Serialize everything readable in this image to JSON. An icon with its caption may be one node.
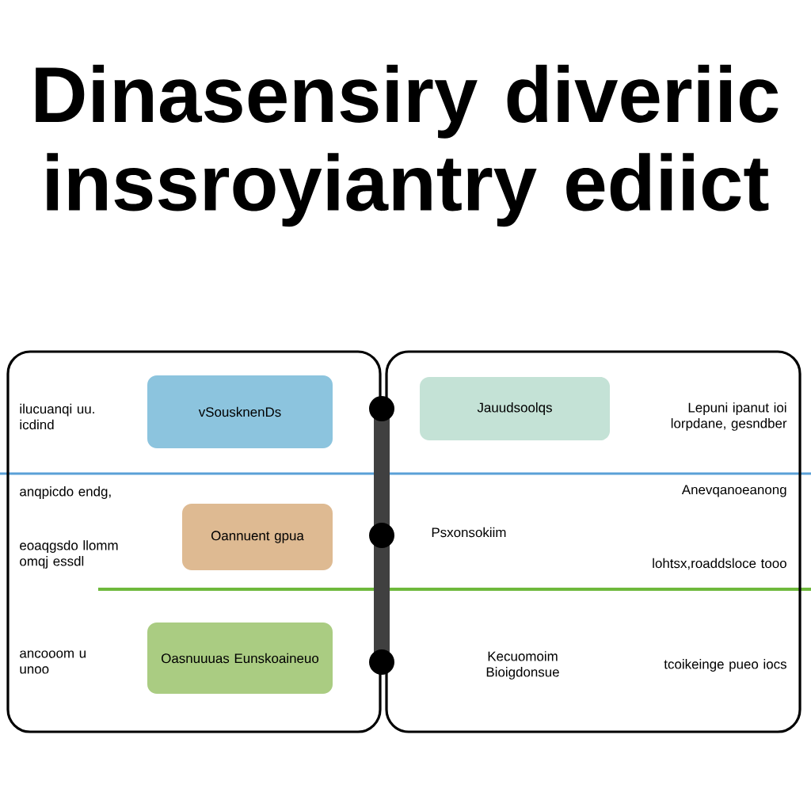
{
  "diagram": {
    "title": "Dinasensiry diveriic inssroyiantry ediict",
    "nodes": [
      {
        "text": [],
        "shape": "box"
      },
      {
        "text": [],
        "shape": "box"
      },
      {
        "text": [
          "vSousknenDs"
        ],
        "in": 0
      },
      {
        "text": [
          "Oannuent gpua"
        ],
        "in": 0
      },
      {
        "text": [
          "Oasnuuuas Eunskoaineuo"
        ],
        "in": 0
      },
      {
        "text": [
          "Jauudsoolqs"
        ],
        "in": 1
      }
    ],
    "labels": [
      "ilucuanqi uu. icdind",
      "Lepuni ipanut ioi lorpdane, gesndber",
      "anqpicdo endg,",
      "Anevqanoeanong",
      "Psxonsokiim",
      "eoaqgsdo llomm omqj essdl",
      "lohtsx,roaddsloce tooo",
      "ancooom u unoo",
      "Kecuomoim Bioigdonsue",
      "tcoikeinge pueo iocs"
    ]
  }
}
